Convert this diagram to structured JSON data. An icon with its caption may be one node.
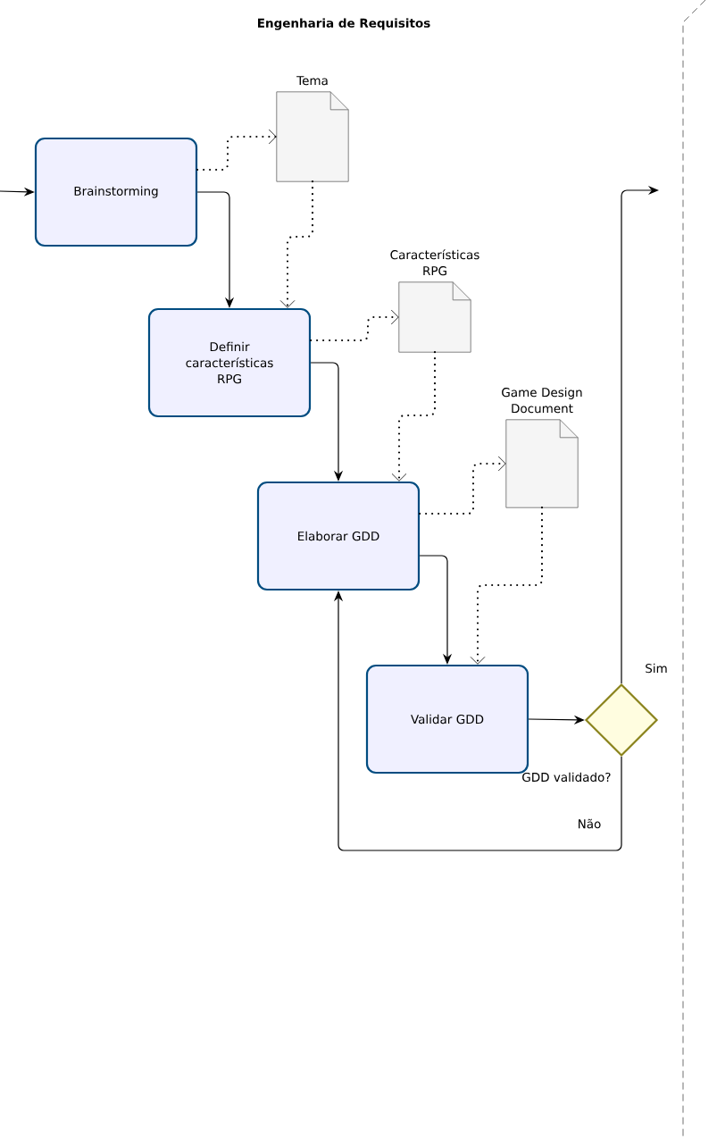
{
  "diagram": {
    "title": "Engenharia de Requisitos",
    "nodes": [
      {
        "text": [
          "Brainstorming"
        ]
      },
      {
        "text": [
          "Tema"
        ]
      },
      {
        "text": [
          "Definir características RPG"
        ]
      },
      {
        "text": [
          "Características RPG"
        ]
      },
      {
        "text": [
          "Elaborar GDD"
        ]
      },
      {
        "text": [
          "Game Design Document"
        ]
      },
      {
        "text": [
          "Validar GDD"
        ]
      },
      {
        "text": [
          "GDD validado?"
        ]
      }
    ],
    "edges": [
      {
        "from": null,
        "to": 0,
        "arrow": "to"
      },
      {
        "from": 0,
        "to": 1,
        "arrow": "to",
        "style": "dashed"
      },
      {
        "from": 1,
        "to": 2,
        "arrow": "to",
        "style": "dashed"
      },
      {
        "from": 0,
        "to": 2,
        "arrow": "to"
      },
      {
        "from": 2,
        "to": 3,
        "arrow": "to",
        "style": "dashed"
      },
      {
        "from": 3,
        "to": 4,
        "arrow": "to",
        "style": "dashed"
      },
      {
        "from": 2,
        "to": 4,
        "arrow": "to"
      },
      {
        "from": 4,
        "to": 5,
        "arrow": "to",
        "style": "dashed"
      },
      {
        "from": 5,
        "to": 6,
        "arrow": "to",
        "style": "dashed"
      },
      {
        "from": 4,
        "to": 6,
        "arrow": "to"
      },
      {
        "from": 6,
        "to": 7,
        "arrow": "to"
      },
      {
        "from": 7,
        "to": null,
        "arrow": "to",
        "label": "Sim"
      },
      {
        "from": 7,
        "to": 4,
        "arrow": "to",
        "label": "Não"
      }
    ]
  }
}
